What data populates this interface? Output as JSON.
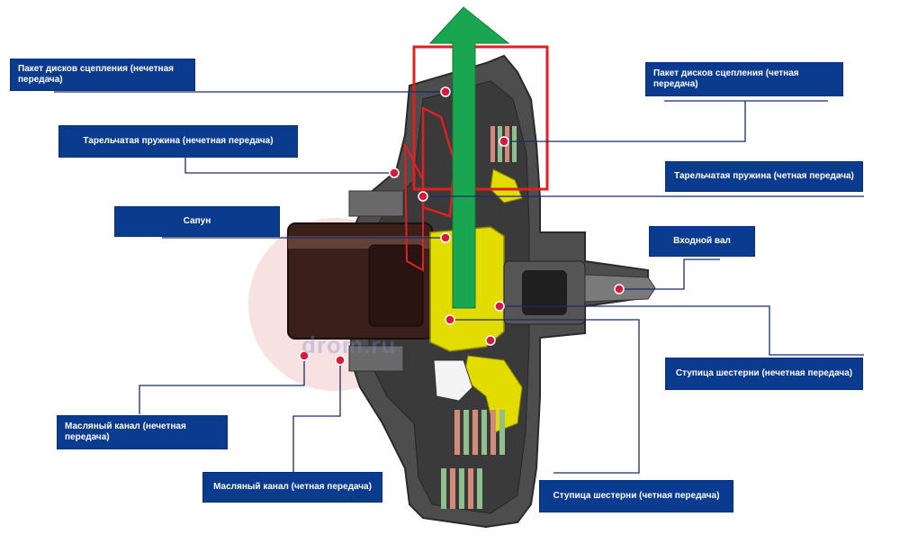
{
  "labels": {
    "clutch_pack_odd": "Пакет дисков сцепления (нечетная передача)",
    "clutch_pack_even": "Пакет дисков сцепления (четная передача)",
    "disc_spring_odd": "Тарельчатая пружина (нечетная передача)",
    "disc_spring_even": "Тарельчатая пружина (четная передача)",
    "breather": "Сапун",
    "input_shaft": "Входной вал",
    "gear_hub_odd": "Ступица шестерни (нечетная передача)",
    "oil_channel_odd": "Масляный канал (нечетная передача)",
    "oil_channel_even": "Масляный канал (четная передача)",
    "gear_hub_even": "Ступица шестерни (четная передача)"
  },
  "watermark": "drom.ru",
  "colors": {
    "label_bg": "#0b3b8f",
    "leader_line": "#1a2a6c",
    "arrow": "#1aa650",
    "highlight_box": "#e02020",
    "marker": "#d9183b",
    "housing": "#4a4a4a",
    "hub_yellow": "#e6e000"
  }
}
